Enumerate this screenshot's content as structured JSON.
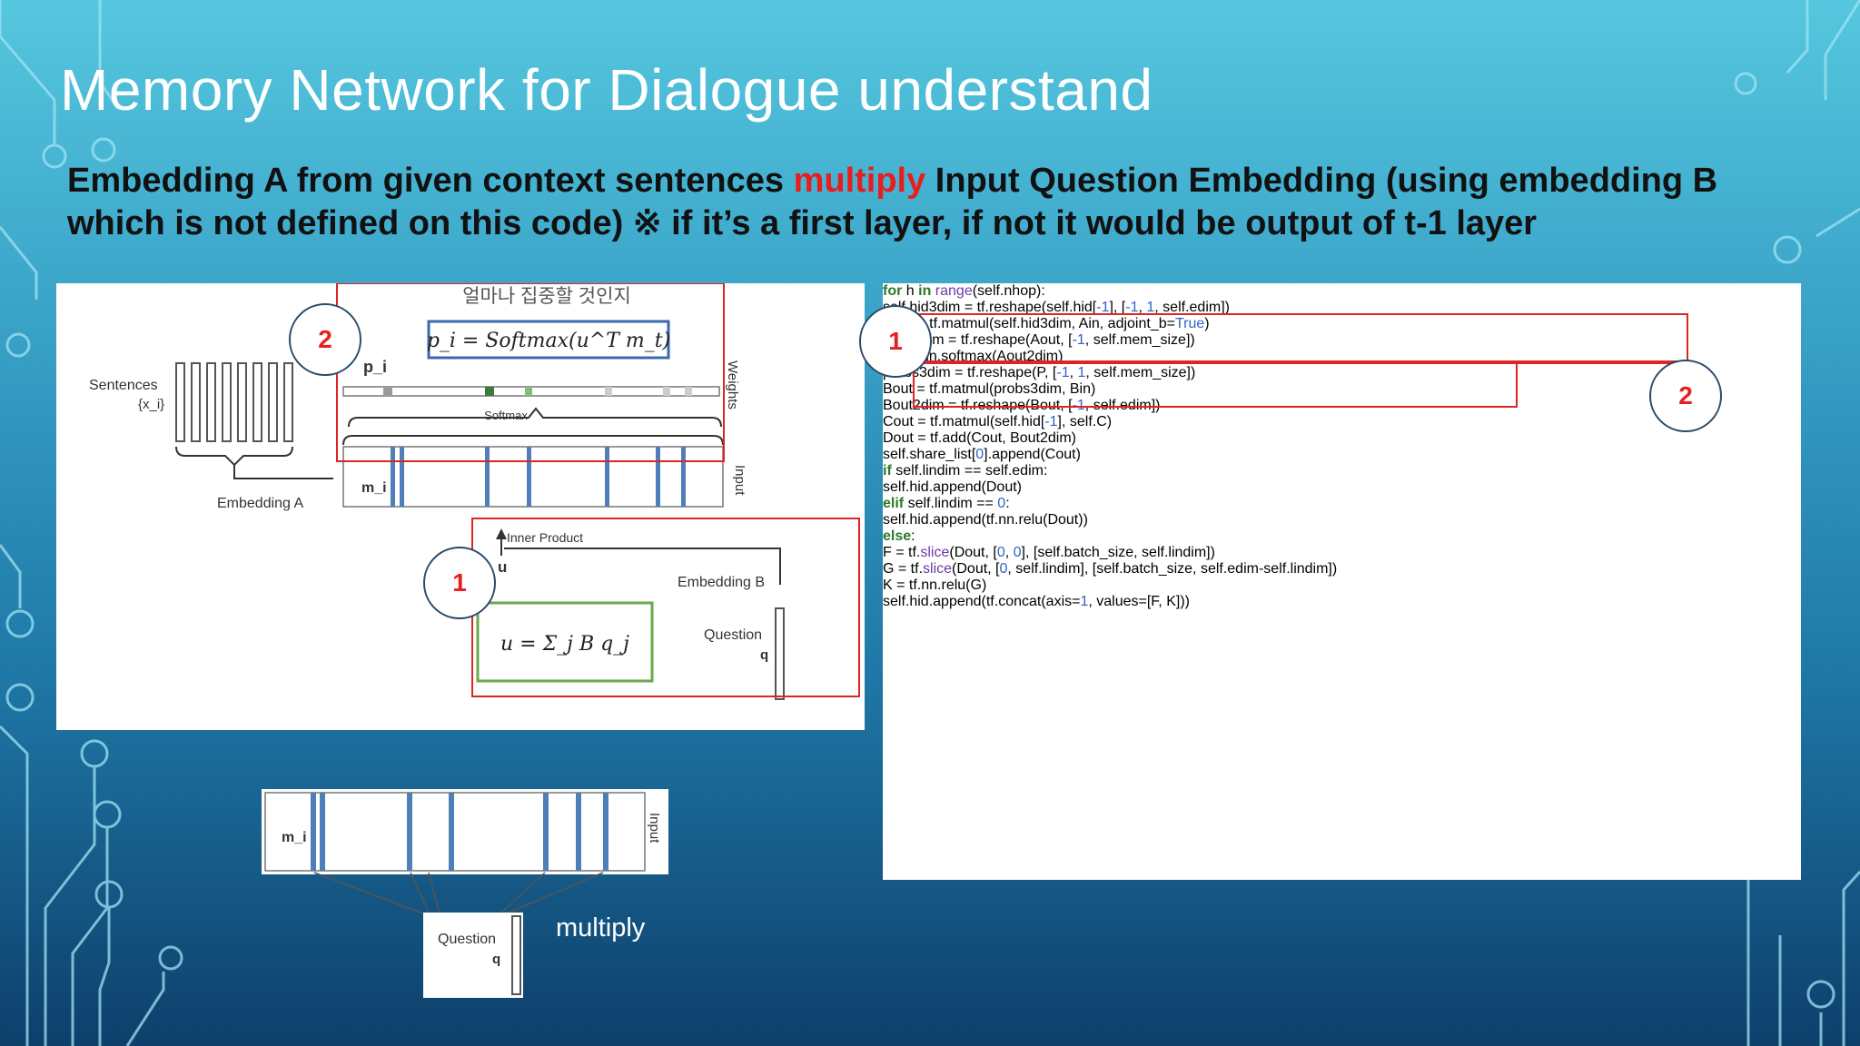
{
  "slide": {
    "title": "Memory Network for Dialogue understand",
    "subtitle": {
      "part1": "Embedding A from given context sentences ",
      "highlight": "multiply",
      "part2": " Input Question Embedding (using embedding B which is not defined on this code) ※ if it’s a first layer, if not it would be output of t-1 layer"
    },
    "colors": {
      "highlight": "#e81e1e",
      "title": "#ffffff"
    }
  },
  "diagram": {
    "korean_label": "얼마나 집중할 것인지",
    "softmax_formula": "p_i = Softmax(u^T m_t)",
    "p_label": "p_i",
    "softmax_label": "Softmax",
    "weights_label": "Weights",
    "input_label": "Input",
    "sentences_label": "Sentences",
    "sentences_var": "{x_i}",
    "embedding_a_label": "Embedding A",
    "m_label": "m_i",
    "inner_product_label": "Inner Product",
    "u_label": "u",
    "embedding_b_label": "Embedding B",
    "question_label": "Question",
    "q_label": "q",
    "u_formula": "u = Σ_j B q_j",
    "badge_2": "2",
    "badge_1": "1"
  },
  "code": {
    "badge_1": "1",
    "badge_2": "2"
  },
  "small_diagram": {
    "m_label": "m_i",
    "input_label": "Input",
    "question_label": "Question",
    "q_label": "q",
    "caption": "multiply"
  }
}
